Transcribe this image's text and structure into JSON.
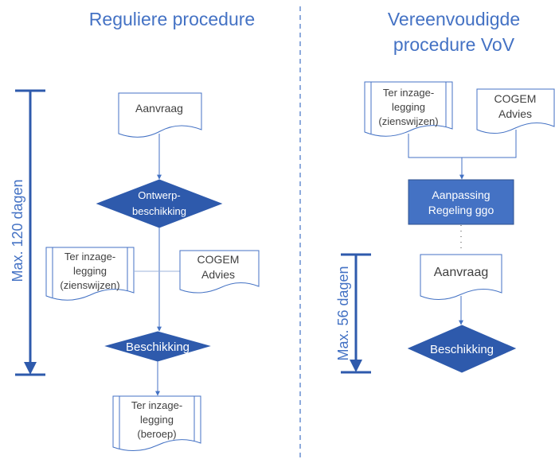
{
  "left": {
    "title": "Reguliere procedure",
    "timeline": "Max. 120 dagen",
    "aanvraag": "Aanvraag",
    "ontwerp": [
      "Ontwerp-",
      "beschikking"
    ],
    "ter_inzage_zien": [
      "Ter inzage-",
      "legging",
      "(zienswijzen)"
    ],
    "cogem": [
      "COGEM",
      "Advies"
    ],
    "beschikking": "Beschikking",
    "ter_inzage_beroep": [
      "Ter inzage-",
      "legging",
      "(beroep)"
    ]
  },
  "right": {
    "title": [
      "Vereenvoudigde",
      "procedure VoV"
    ],
    "timeline": "Max. 56 dagen",
    "ter_inzage_zien": [
      "Ter inzage-",
      "legging",
      "(zienswijzen)"
    ],
    "cogem": [
      "COGEM",
      "Advies"
    ],
    "aanpassing": [
      "Aanpassing",
      "Regeling ggo"
    ],
    "aanvraag": "Aanvraag",
    "beschikking": "Beschikking"
  }
}
